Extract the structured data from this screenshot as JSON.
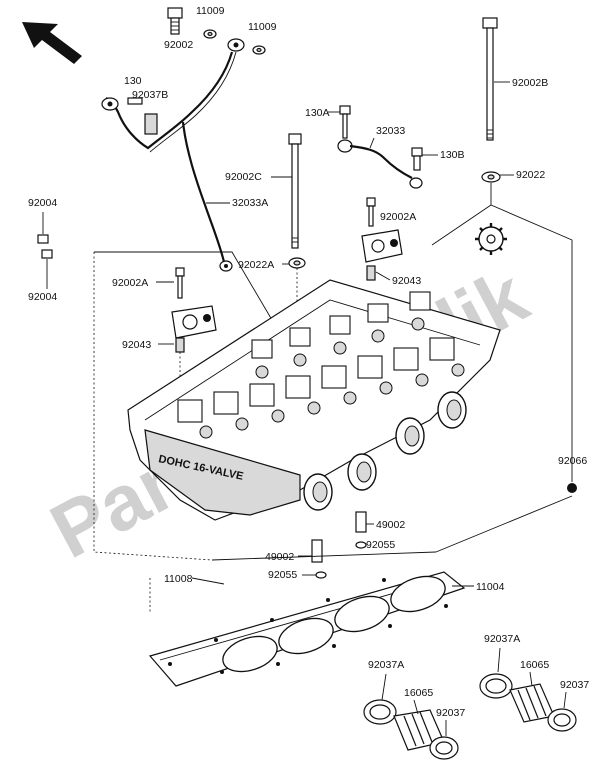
{
  "watermark": "PartsRepublik",
  "labels": {
    "l11009a": "11009",
    "l92002": "92002",
    "l11009b": "11009",
    "l130": "130",
    "l92037b": "92037B",
    "l32033a": "32033A",
    "l92004a": "92004",
    "l92004b": "92004",
    "l92002b": "92002B",
    "l92022": "92022",
    "l130a": "130A",
    "l32033": "32033",
    "l130b": "130B",
    "l92002c": "92002C",
    "l92002a_top": "92002A",
    "l92022a": "92022A",
    "l92002a_left": "92002A",
    "l92043a": "92043",
    "l92043b": "92043",
    "l92066": "92066",
    "l49002a": "49002",
    "l92055a": "92055",
    "l49002b": "49002",
    "l92055b": "92055",
    "l11008": "11008",
    "l11004": "11004",
    "l92037a_left": "92037A",
    "l16065_left": "16065",
    "l92037_left": "92037",
    "l92037a_right": "92037A",
    "l16065_right": "16065",
    "l92037_right": "92037"
  },
  "head_logo": "DOHC 16-VALVE"
}
